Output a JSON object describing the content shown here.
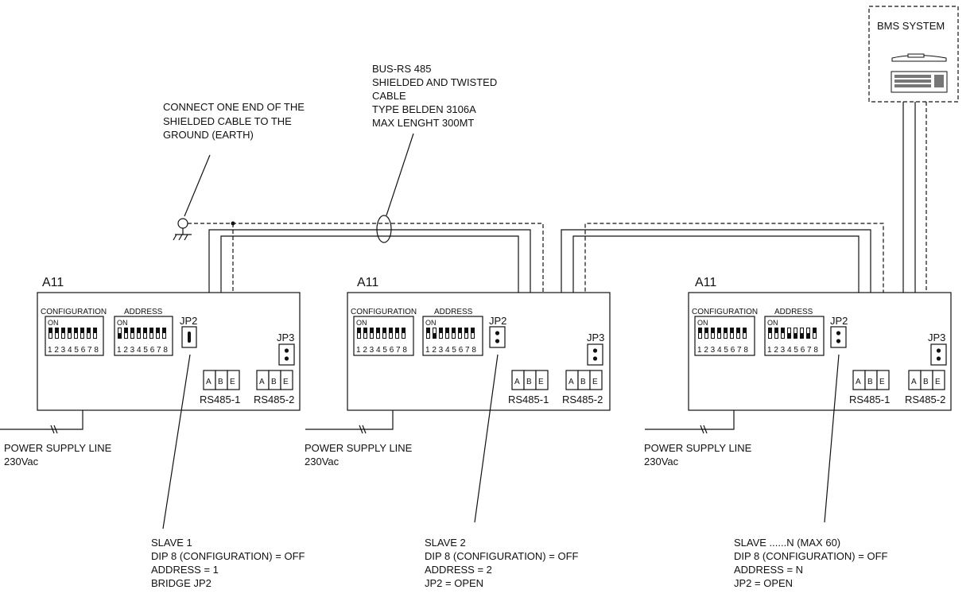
{
  "bms": {
    "title": "BMS SYSTEM",
    "icons": [
      "monitor-icon",
      "keyboard-icon"
    ]
  },
  "ground_note": [
    "CONNECT ONE END OF THE",
    "SHIELDED CABLE TO THE",
    "GROUND (EARTH)"
  ],
  "bus_note": [
    "BUS-RS 485",
    "SHIELDED AND TWISTED",
    "CABLE",
    "TYPE BELDEN 3106A",
    "MAX LENGHT 300MT"
  ],
  "units": [
    {
      "name": "A11",
      "config_label": "CONFIGURATION",
      "address_label": "ADDRESS",
      "on_label": "ON",
      "dip_numbers": "1 2 3 4 5 6 7 8",
      "jp2": "JP2",
      "jp3": "JP3",
      "port1": "RS485-1",
      "port2": "RS485-2",
      "terminals": [
        "A",
        "B",
        "E"
      ],
      "power_line": "POWER SUPPLY LINE",
      "power_volt": "230Vac",
      "note": [
        "SLAVE 1",
        "DIP 8 (CONFIGURATION) = OFF",
        "ADDRESS = 1",
        "BRIDGE JP2"
      ]
    },
    {
      "name": "A11",
      "config_label": "CONFIGURATION",
      "address_label": "ADDRESS",
      "on_label": "ON",
      "dip_numbers": "1 2 3 4 5 6 7 8",
      "jp2": "JP2",
      "jp3": "JP3",
      "port1": "RS485-1",
      "port2": "RS485-2",
      "terminals": [
        "A",
        "B",
        "E"
      ],
      "power_line": "POWER SUPPLY LINE",
      "power_volt": "230Vac",
      "note": [
        "SLAVE 2",
        "DIP 8 (CONFIGURATION) = OFF",
        "ADDRESS = 2",
        "JP2 = OPEN"
      ]
    },
    {
      "name": "A11",
      "config_label": "CONFIGURATION",
      "address_label": "ADDRESS",
      "on_label": "ON",
      "dip_numbers": "1 2 3 4 5 6 7 8",
      "jp2": "JP2",
      "jp3": "JP3",
      "port1": "RS485-1",
      "port2": "RS485-2",
      "terminals": [
        "A",
        "B",
        "E"
      ],
      "power_line": "POWER SUPPLY LINE",
      "power_volt": "230Vac",
      "note": [
        "SLAVE ......N (MAX 60)",
        "DIP 8 (CONFIGURATION) = OFF",
        "ADDRESS = N",
        "JP2 = OPEN"
      ]
    }
  ]
}
